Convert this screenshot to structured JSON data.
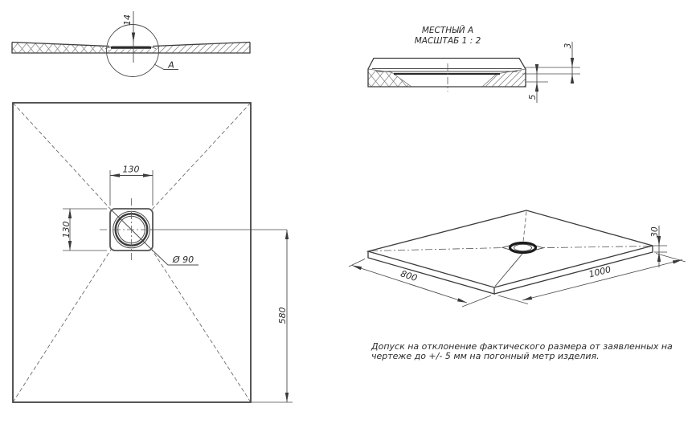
{
  "meta": {
    "bg_color": "#ffffff",
    "line_color": "#3f3f3f",
    "hatch_color": "#8a8a8a"
  },
  "section_view": {
    "detail_label": "A",
    "dim_depth": "14"
  },
  "detail_view": {
    "title": "МЕСТНЫЙ А",
    "scale_note": "МАСШТАБ 1 : 2",
    "dim_top": "3",
    "dim_bottom": "5"
  },
  "plan_view": {
    "dim_drain_width": "130",
    "dim_drain_height": "130",
    "dim_drain_diameter": "Ø 90",
    "dim_drain_offset": "580"
  },
  "iso_view": {
    "dim_width": "800",
    "dim_length": "1000",
    "dim_height": "30"
  },
  "note": {
    "line1": "Допуск на отклонение фактического размера от заявленных на",
    "line2": "чертеже до +/- 5 мм на погонный метр изделия."
  }
}
